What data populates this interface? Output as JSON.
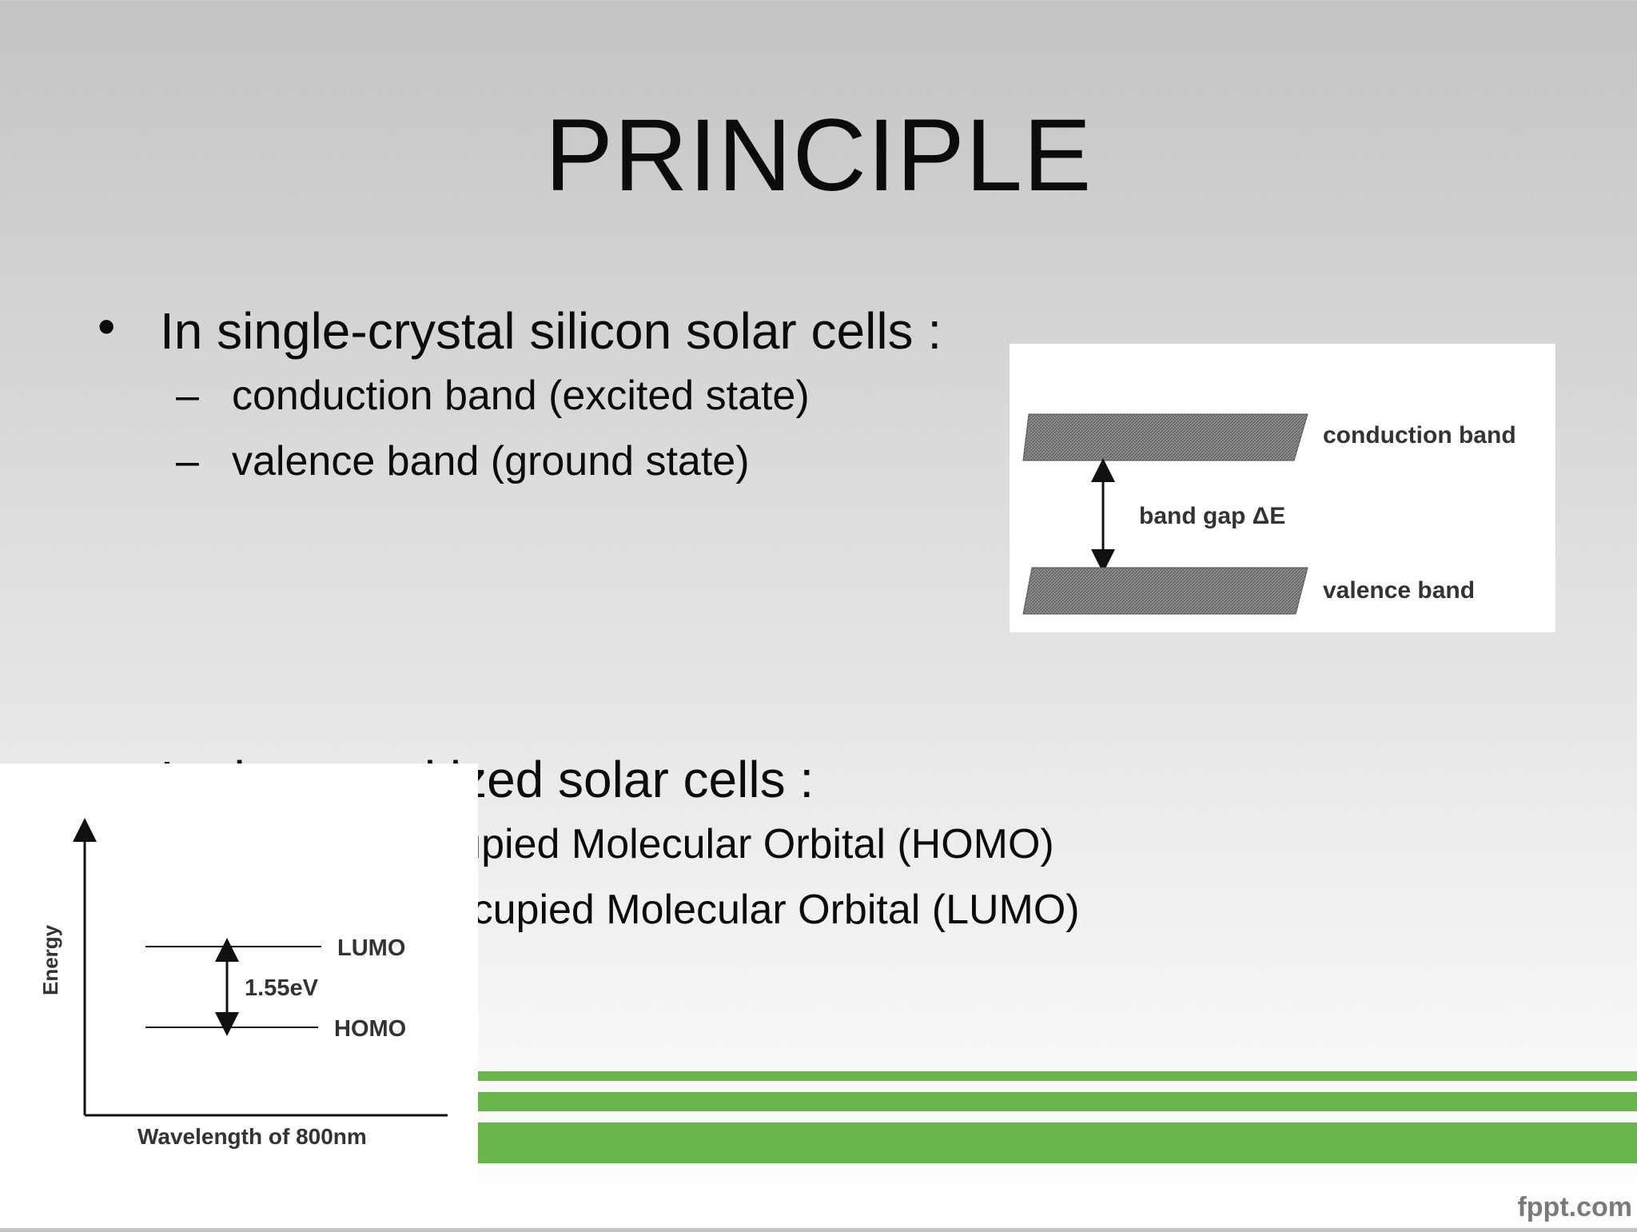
{
  "slide": {
    "title": "PRINCIPLE",
    "section_1": {
      "bullet_marker": "•",
      "heading": "In single-crystal silicon solar cells :",
      "sub_marker": "–",
      "items": [
        "conduction band (excited state)",
        "valence band (ground state)"
      ]
    },
    "section_2": {
      "bullet_marker": "•",
      "heading": "In dye-sensitized solar cells :",
      "sub_marker": "–",
      "items": [
        "Highest Occupied Molecular Orbital (HOMO)",
        "Lowest Unoccupied Molecular Orbital (LUMO)"
      ]
    },
    "footer_brand": "fppt.com"
  },
  "band_diagram": {
    "conduction_label": "conduction band",
    "gap_label": "band gap ΔE",
    "valence_label": "valence band"
  },
  "energy_diagram": {
    "y_axis_label": "Energy",
    "x_axis_label": "Wavelength of 800nm",
    "upper_level_label": "LUMO",
    "lower_level_label": "HOMO",
    "gap_value_label": "1.55eV"
  },
  "colors": {
    "stripe_green": "#6ab44c",
    "text": "#0b0b0b"
  }
}
